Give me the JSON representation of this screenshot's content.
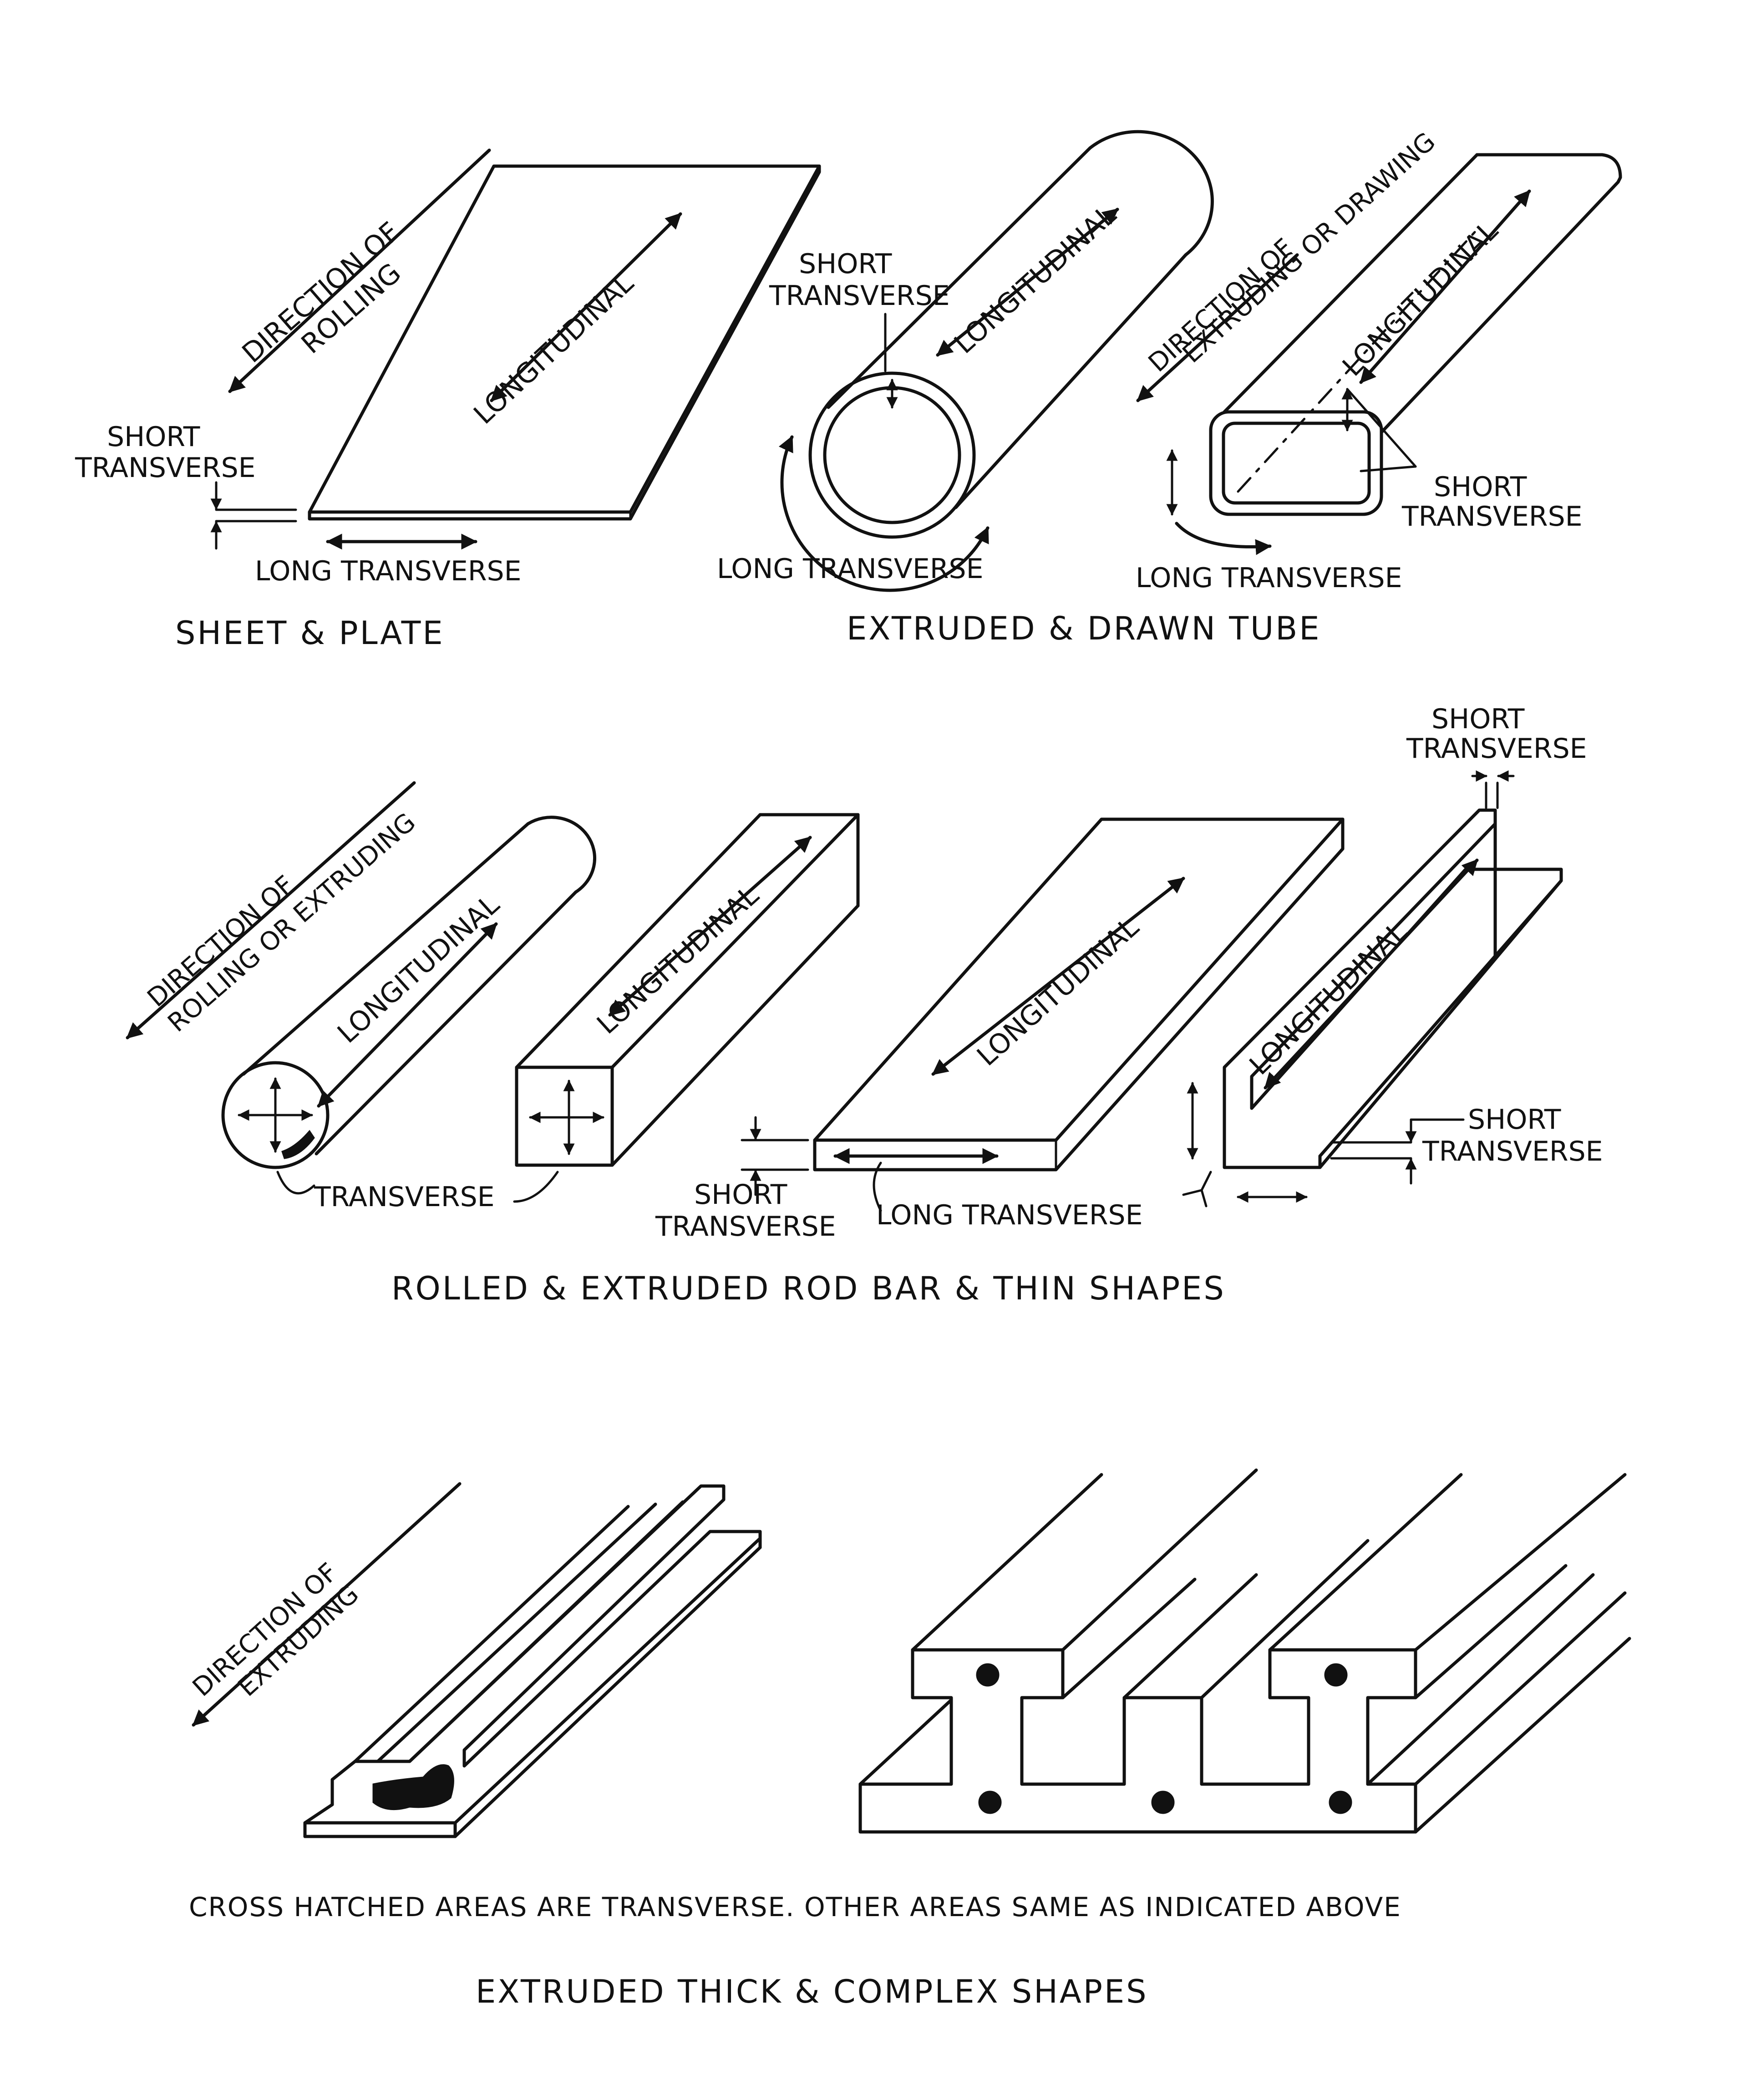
{
  "sheet_plate": {
    "direction_line1": "DIRECTION OF",
    "direction_line2": "ROLLING",
    "longitudinal": "LONGITUDINAL",
    "short_transverse_line1": "SHORT",
    "short_transverse_line2": "TRANSVERSE",
    "long_transverse": "LONG TRANSVERSE",
    "caption": "SHEET & PLATE"
  },
  "tube": {
    "round_short_line1": "SHORT",
    "round_short_line2": "TRANSVERSE",
    "round_longitudinal": "LONGITUDINAL",
    "round_long_transverse": "LONG TRANSVERSE",
    "direction_line1": "DIRECTION OF",
    "direction_line2": "EXTRUDING OR DRAWING",
    "rect_longitudinal": "LONGITUDINAL",
    "rect_short_line1": "SHORT",
    "rect_short_line2": "TRANSVERSE",
    "rect_long_transverse": "LONG TRANSVERSE",
    "caption": "EXTRUDED & DRAWN TUBE"
  },
  "rod_bar": {
    "direction_line1": "DIRECTION OF",
    "direction_line2": "ROLLING OR EXTRUDING",
    "rod_longitudinal": "LONGITUDINAL",
    "bar_longitudinal": "LONGITUDINAL",
    "flat_longitudinal": "LONGITUDINAL",
    "angle_longitudinal": "LONGITUDINAL",
    "transverse": "TRANSVERSE",
    "flat_short_line1": "SHORT",
    "flat_short_line2": "TRANSVERSE",
    "flat_long_transverse": "LONG TRANSVERSE",
    "angle_top_short_line1": "SHORT",
    "angle_top_short_line2": "TRANSVERSE",
    "angle_right_short_line1": "SHORT",
    "angle_right_short_line2": "TRANSVERSE",
    "caption": "ROLLED & EXTRUDED ROD BAR & THIN SHAPES"
  },
  "thick_shapes": {
    "direction_line1": "DIRECTION OF",
    "direction_line2": "EXTRUDING",
    "note": "CROSS HATCHED AREAS ARE TRANSVERSE. OTHER AREAS SAME AS INDICATED ABOVE",
    "caption": "EXTRUDED THICK & COMPLEX SHAPES"
  }
}
